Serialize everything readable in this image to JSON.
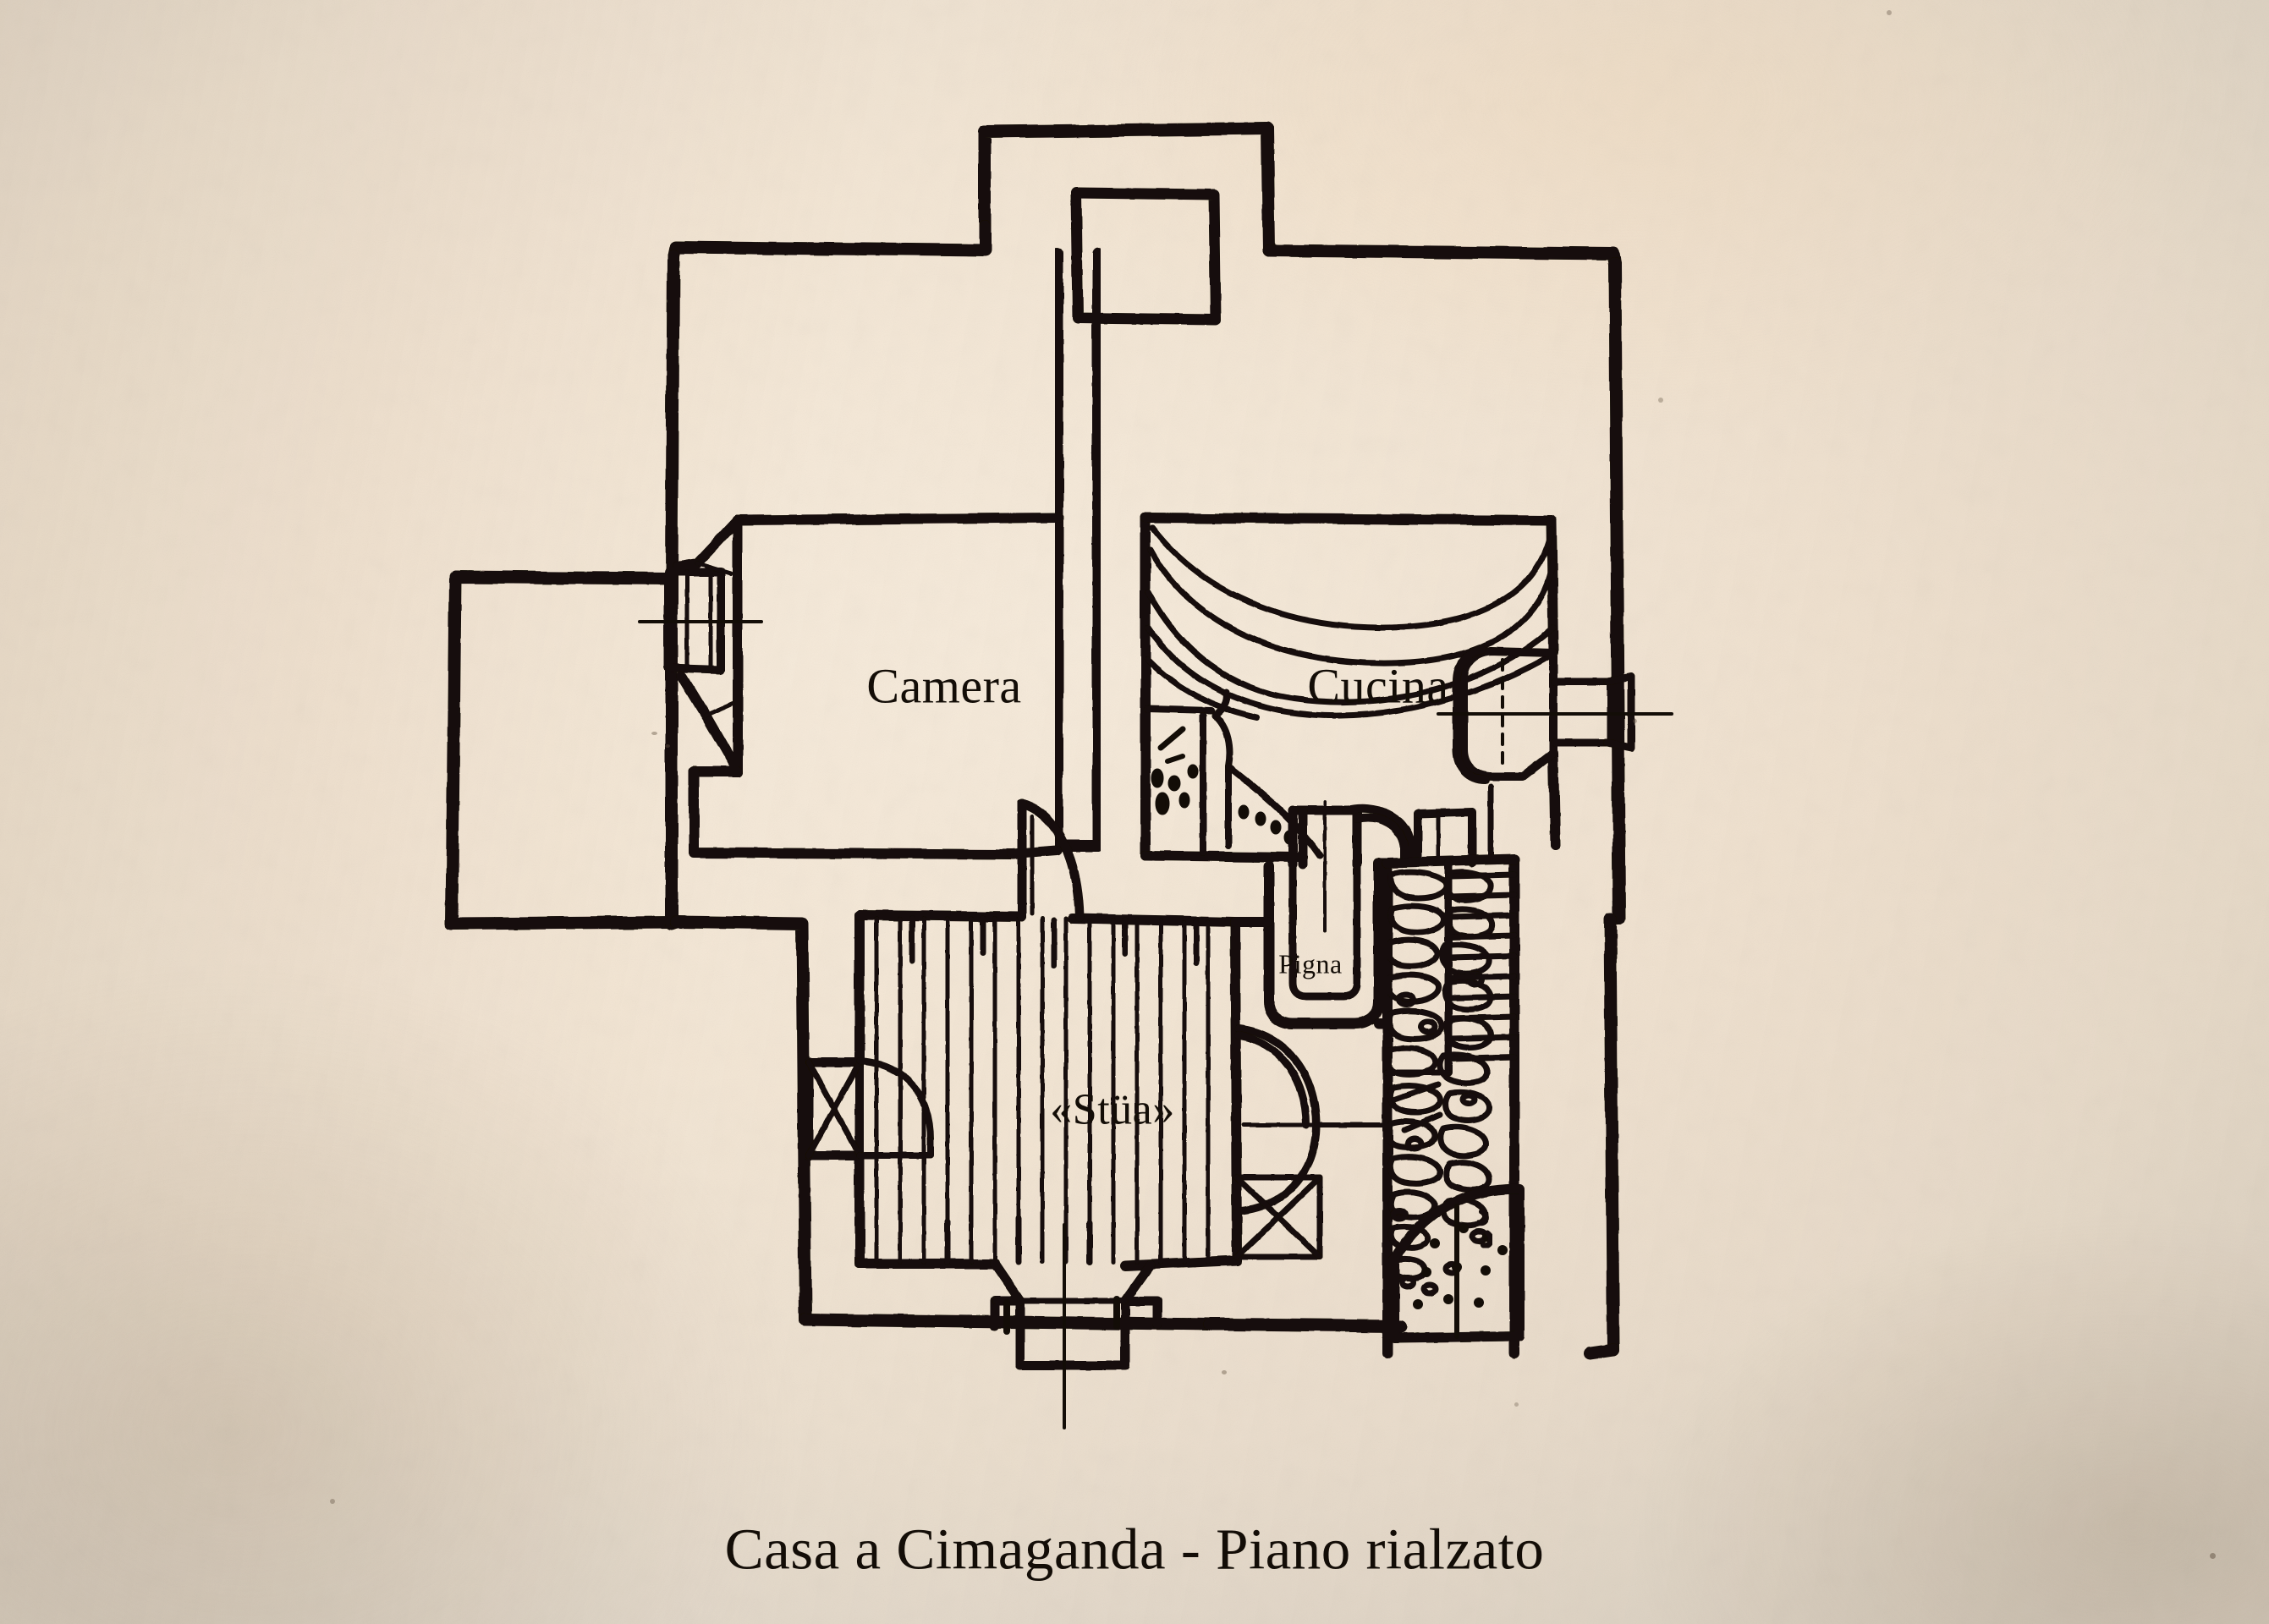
{
  "document": {
    "kind": "architectural-floor-plan",
    "caption": "Casa a Cimaganda - Piano rialzato",
    "paper_color": "#f3e6d5",
    "ink_color": "#130d07"
  },
  "rooms": [
    {
      "id": "camera",
      "label": "Camera",
      "note": "bedroom, left of central wall"
    },
    {
      "id": "cucina",
      "label": "Cucina",
      "note": "kitchen with draped hearth hood"
    },
    {
      "id": "stua",
      "label": "«Stüa»",
      "note": "wood-panelled parlour, plank floor"
    },
    {
      "id": "pigna",
      "label": "Pigna",
      "note": "masonry stove between stua and cucina"
    }
  ],
  "features": {
    "chimney_label": "chimney block at top",
    "annexe_label": "open annexe at left",
    "stair_label": "stair in rubble stone wall",
    "window_axes": 4
  }
}
